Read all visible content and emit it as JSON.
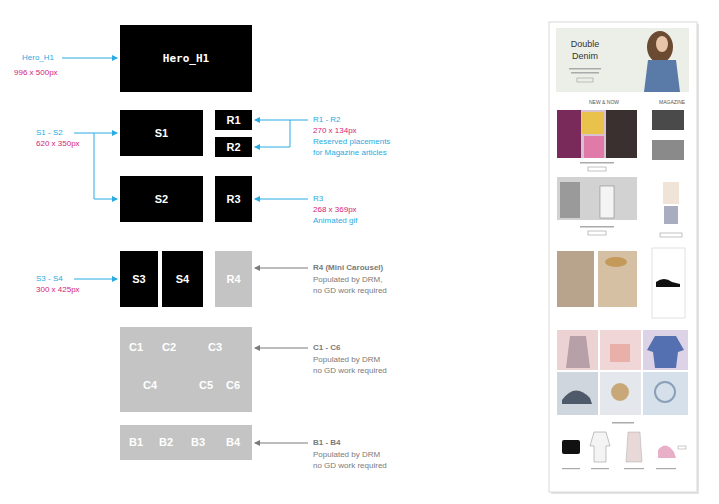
{
  "diagram": {
    "nodes": [
      {
        "text": [
          "Hero_H1"
        ]
      },
      {
        "text": [
          "S1"
        ]
      },
      {
        "text": [
          "R1"
        ]
      },
      {
        "text": [
          "R2"
        ]
      },
      {
        "text": [
          "S2"
        ]
      },
      {
        "text": [
          "R3"
        ]
      },
      {
        "text": [
          "S3"
        ]
      },
      {
        "text": [
          "S4"
        ]
      },
      {
        "text": [
          "R4"
        ]
      },
      {
        "text": [
          "C1",
          "C2",
          "C3",
          "C4",
          "C5",
          "C6"
        ]
      },
      {
        "text": [
          "B1",
          "B2",
          "B3",
          "B4"
        ]
      }
    ],
    "labels": [
      "Hero_H1",
      "996 x 500px",
      "S1 - S2",
      "620 x 350px",
      "R1 - R2",
      "270 x 134px",
      "Reserved placements for Magazine articles",
      "R3",
      "268 x 369px",
      "Animated gif",
      "S3 - S4",
      "300 x 425px",
      "R4 (Mini Carousel)",
      "Populated by DRM, no GD work required",
      "C1 - C6",
      "Populated by DRM no GD work required",
      "B1 - B4",
      "Populated by DRM no GD work required",
      "Double Denim",
      "NEW & NOW",
      "MAGAZINE"
    ]
  }
}
